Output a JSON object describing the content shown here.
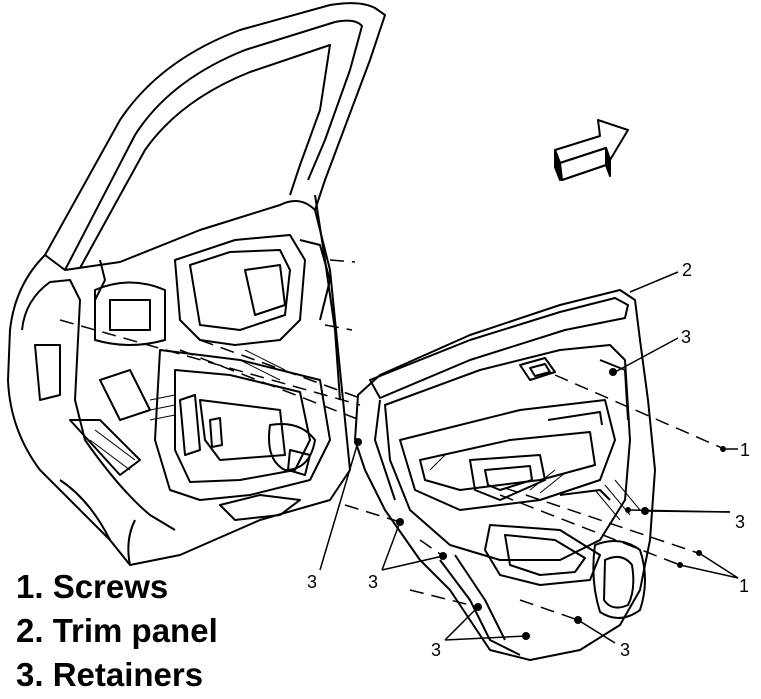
{
  "callouts": {
    "c1_top": "1",
    "c1_bottom": "1",
    "c2": "2",
    "c3_upper_right": "3",
    "c3_right": "3",
    "c3_left": "3",
    "c3_mid_left": "3",
    "c3_bottom_left": "3",
    "c3_bottom_right": "3"
  },
  "legend": [
    "1. Screws",
    "2. Trim panel",
    "3. Retainers"
  ],
  "icons": {
    "direction": "arrow-right-icon"
  }
}
